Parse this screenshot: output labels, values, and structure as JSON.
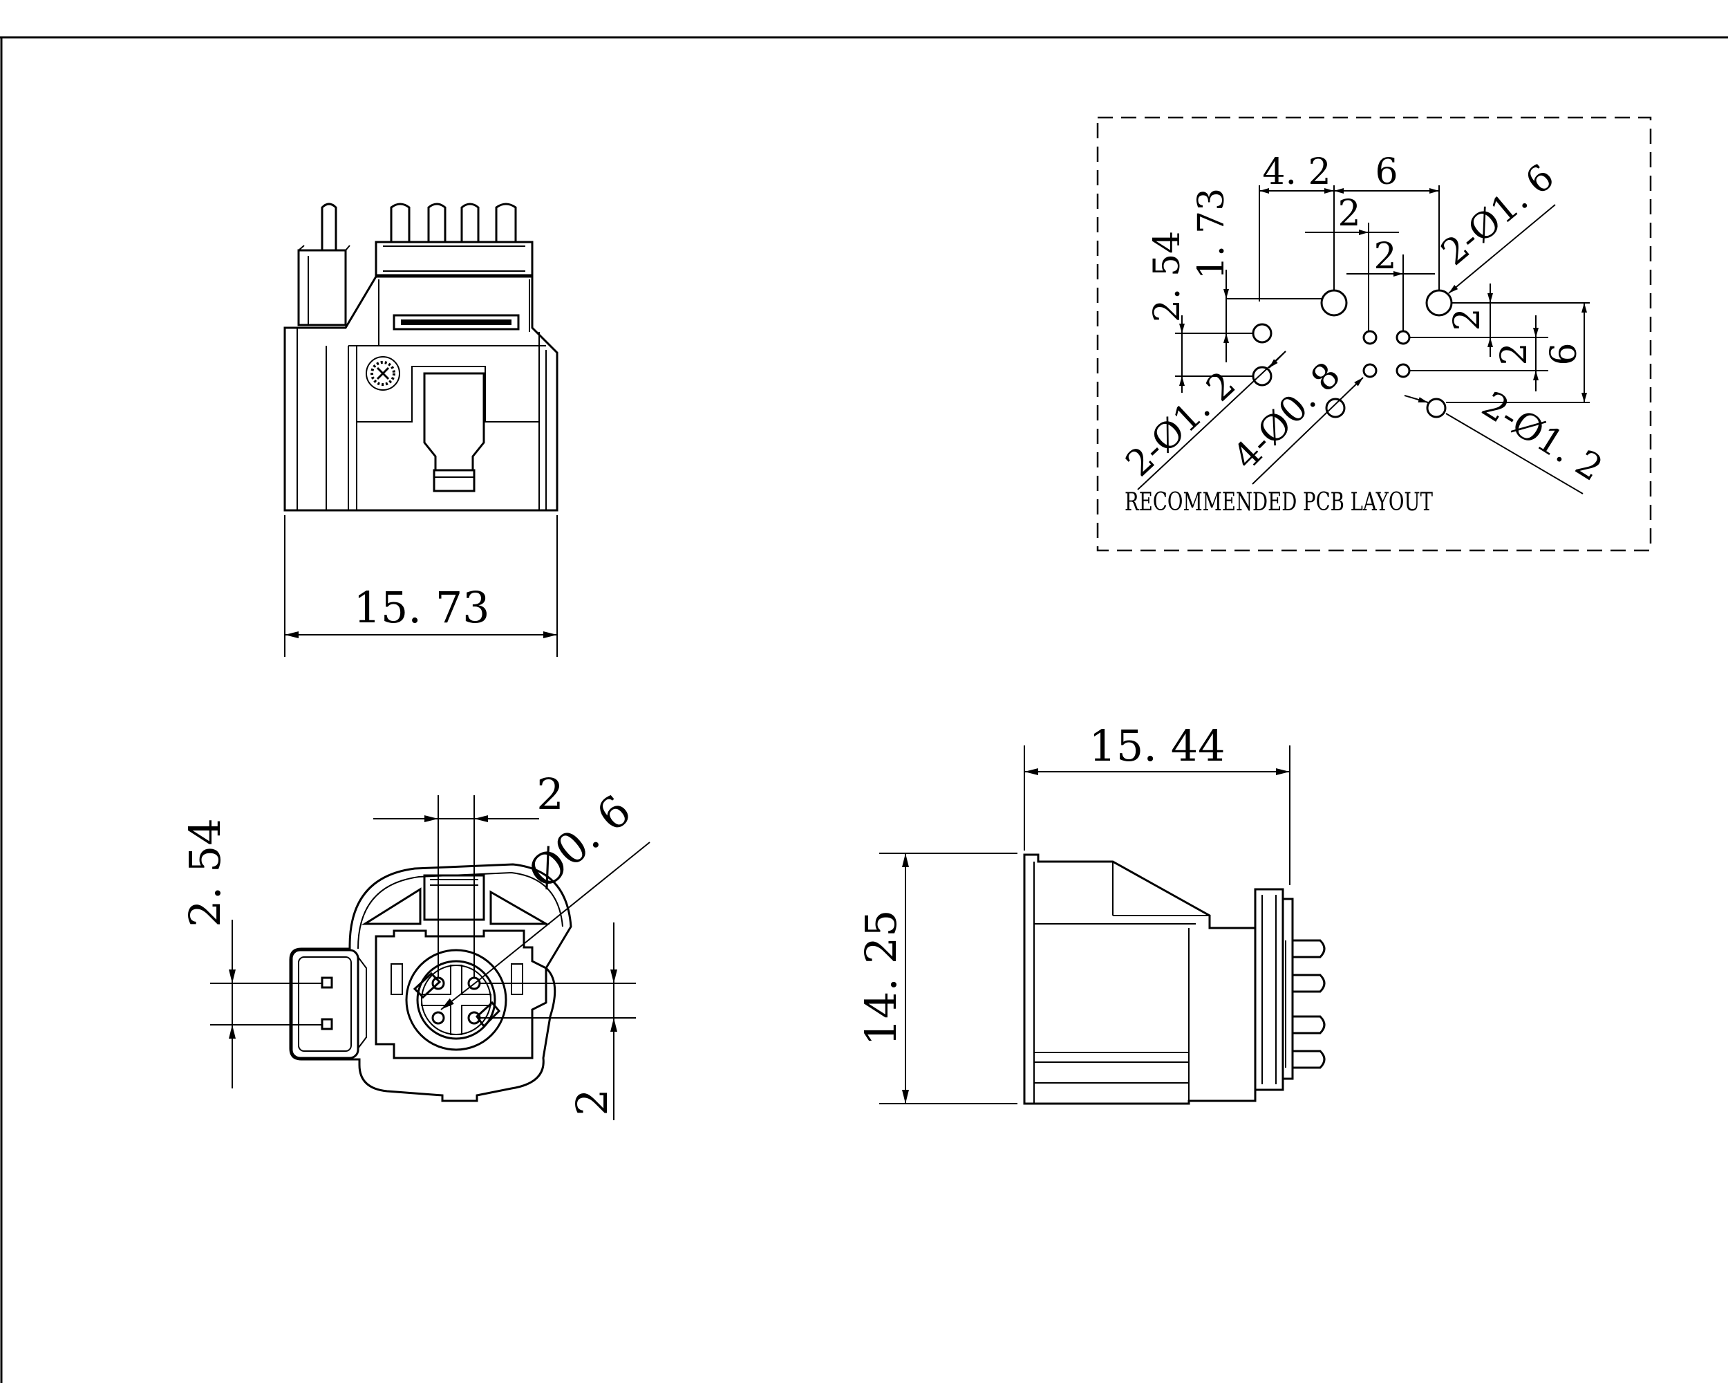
{
  "views": {
    "front": {
      "width_label": "15. 73"
    },
    "bottom": {
      "pitch_label": "2",
      "hole_label": "Ø0. 6",
      "vertical_pitch_label": "2. 54",
      "vertical_pitch2_label": "2"
    },
    "side": {
      "width_label": "15. 44",
      "height_label": "14. 25"
    },
    "pcb": {
      "title": "RECOMMENDED PCB LAYOUT",
      "dim_4_2": "4. 2",
      "dim_6_top": "6",
      "dim_2_a": "2",
      "dim_2_b": "2",
      "dim_1_73": "1. 73",
      "dim_2_54": "2. 54",
      "dim_2_right_a": "2",
      "dim_2_right_b": "2",
      "dim_6_right": "6",
      "hole_2_16": "2-Ø1. 6",
      "hole_2_12_left": "2-Ø1. 2",
      "hole_4_08": "4-Ø0. 8",
      "hole_2_12_right": "2-Ø1. 2"
    }
  }
}
